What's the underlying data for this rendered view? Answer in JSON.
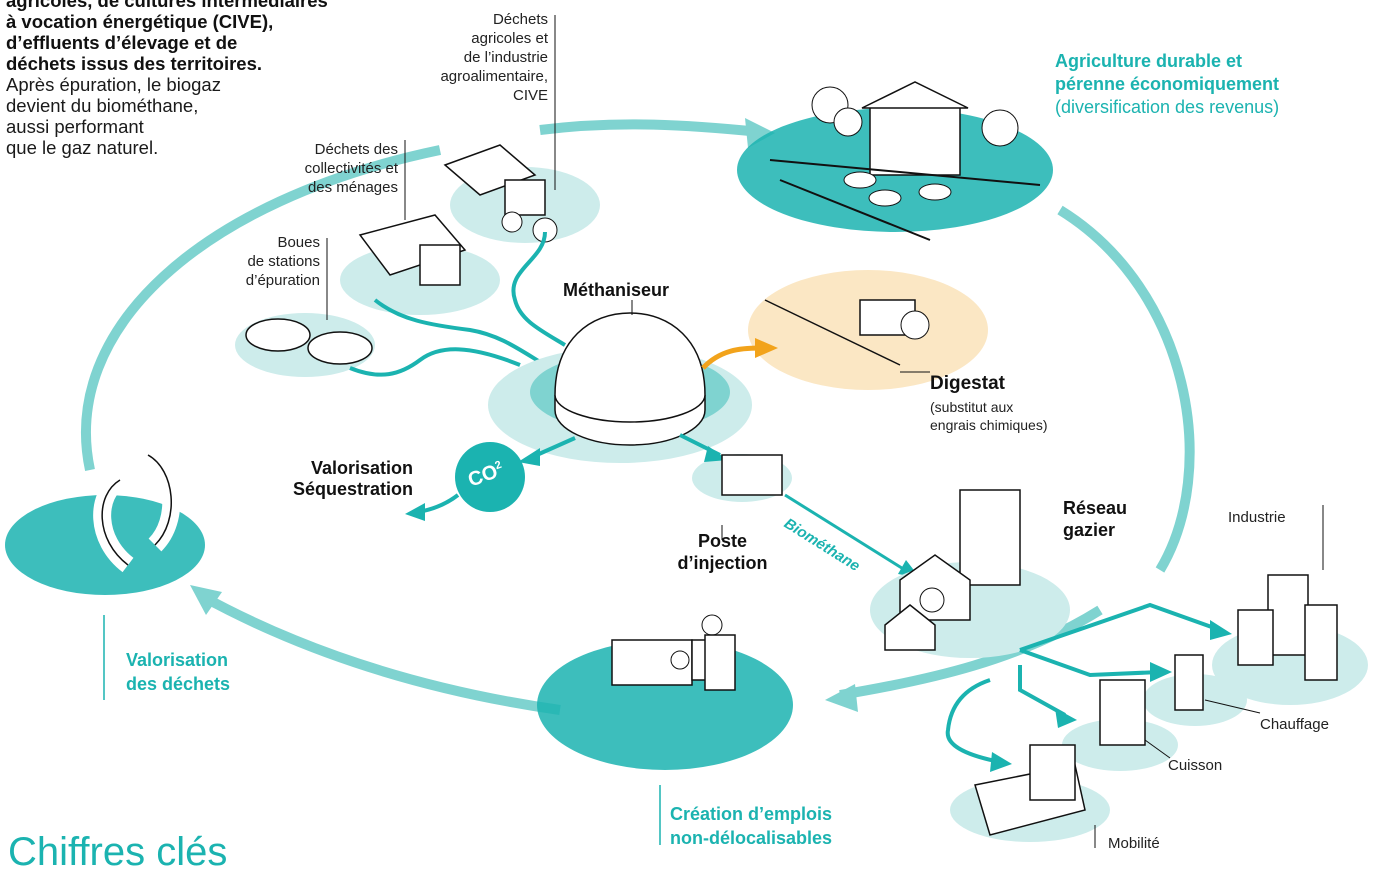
{
  "intro": {
    "bold_lines": [
      "agricoles, de cultures intermédiaires",
      "à vocation énergétique (CIVE),",
      "d’effluents d’élevage et de",
      "déchets issus des territoires."
    ],
    "normal_lines": [
      "Après épuration, le biogaz",
      "devient du biométhane,",
      "aussi performant",
      "que le gaz naturel."
    ]
  },
  "labels": {
    "dechets_agricoles": [
      "Déchets",
      "agricoles et",
      "de l’industrie",
      "agroalimentaire,",
      "CIVE"
    ],
    "dechets_collectivites": [
      "Déchets des",
      "collectivités et",
      "des ménages"
    ],
    "boues": [
      "Boues",
      "de stations",
      "d’épuration"
    ],
    "methaniseur": "Méthaniseur",
    "digestat_title": "Digestat",
    "digestat_sub": [
      "(substitut aux",
      "engrais chimiques)"
    ],
    "valorisation_sequestration": [
      "Valorisation",
      "Séquestration"
    ],
    "co2": "CO",
    "co2_sub": "2",
    "poste_injection": [
      "Poste",
      "d’injection"
    ],
    "biomethane": "Biométhane",
    "reseau_gazier": [
      "Réseau",
      "gazier"
    ],
    "industrie": "Industrie",
    "chauffage": "Chauffage",
    "cuisson": "Cuisson",
    "mobilite": "Mobilité",
    "agriculture_bold": [
      "Agriculture durable et",
      "pérenne économiquement"
    ],
    "agriculture_normal": "(diversification des revenus)",
    "valorisation_dechets": [
      "Valorisation",
      "des déchets"
    ],
    "creation_emplois": [
      "Création d’emplois",
      "non-délocalisables"
    ],
    "chiffres_cles": "Chiffres clés"
  },
  "colors": {
    "teal": "#1bb3b0",
    "teal_light": "#cdeceb",
    "teal_mid": "#7fd3d0",
    "orange": "#f2a31b",
    "yellow_light": "#fbe7c4",
    "dark": "#111111"
  }
}
